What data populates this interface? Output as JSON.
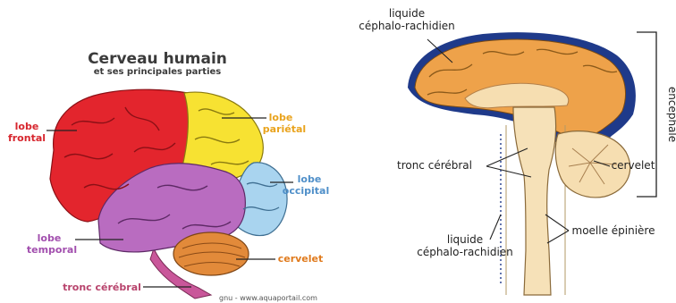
{
  "left_panel": {
    "title": "Cerveau humain",
    "subtitle": "et ses principales parties",
    "labels": {
      "frontal_l1": "lobe",
      "frontal_l2": "frontal",
      "parietal_l1": "lobe",
      "parietal_l2": "pariétal",
      "occipital_l1": "lobe",
      "occipital_l2": "occipital",
      "temporal_l1": "lobe",
      "temporal_l2": "temporal",
      "cervelet": "cervelet",
      "tronc": "tronc cérébral"
    },
    "credit": "gnu - www.aquaportail.com",
    "colors": {
      "frontal": "#e3252d",
      "parietal": "#f7e232",
      "occipital": "#a9d4ef",
      "temporal": "#b96cc0",
      "cervelet": "#e28a3a",
      "tronc": "#c9579a",
      "label_frontal": "#d7262e",
      "label_parietal": "#e9a31d",
      "label_occipital": "#4f8fc9",
      "label_temporal": "#a24fae",
      "label_cervelet": "#e07b1e",
      "label_tronc": "#b8446d",
      "title": "#3b3b3b"
    }
  },
  "right_panel": {
    "labels": {
      "lcr_top_l1": "liquide",
      "lcr_top_l2": "céphalo-rachidien",
      "encephale": "encéphale",
      "tronc": "tronc cérébral",
      "cervelet": "cervelet",
      "moelle": "moelle épinière",
      "lcr_bottom_l1": "liquide",
      "lcr_bottom_l2": "céphalo-rachidien"
    },
    "colors": {
      "csf": "#1f3a8a",
      "cortex": "#eea24a",
      "brain_light": "#f6deb1",
      "cord": "#f6e1b8",
      "text": "#222222"
    }
  }
}
